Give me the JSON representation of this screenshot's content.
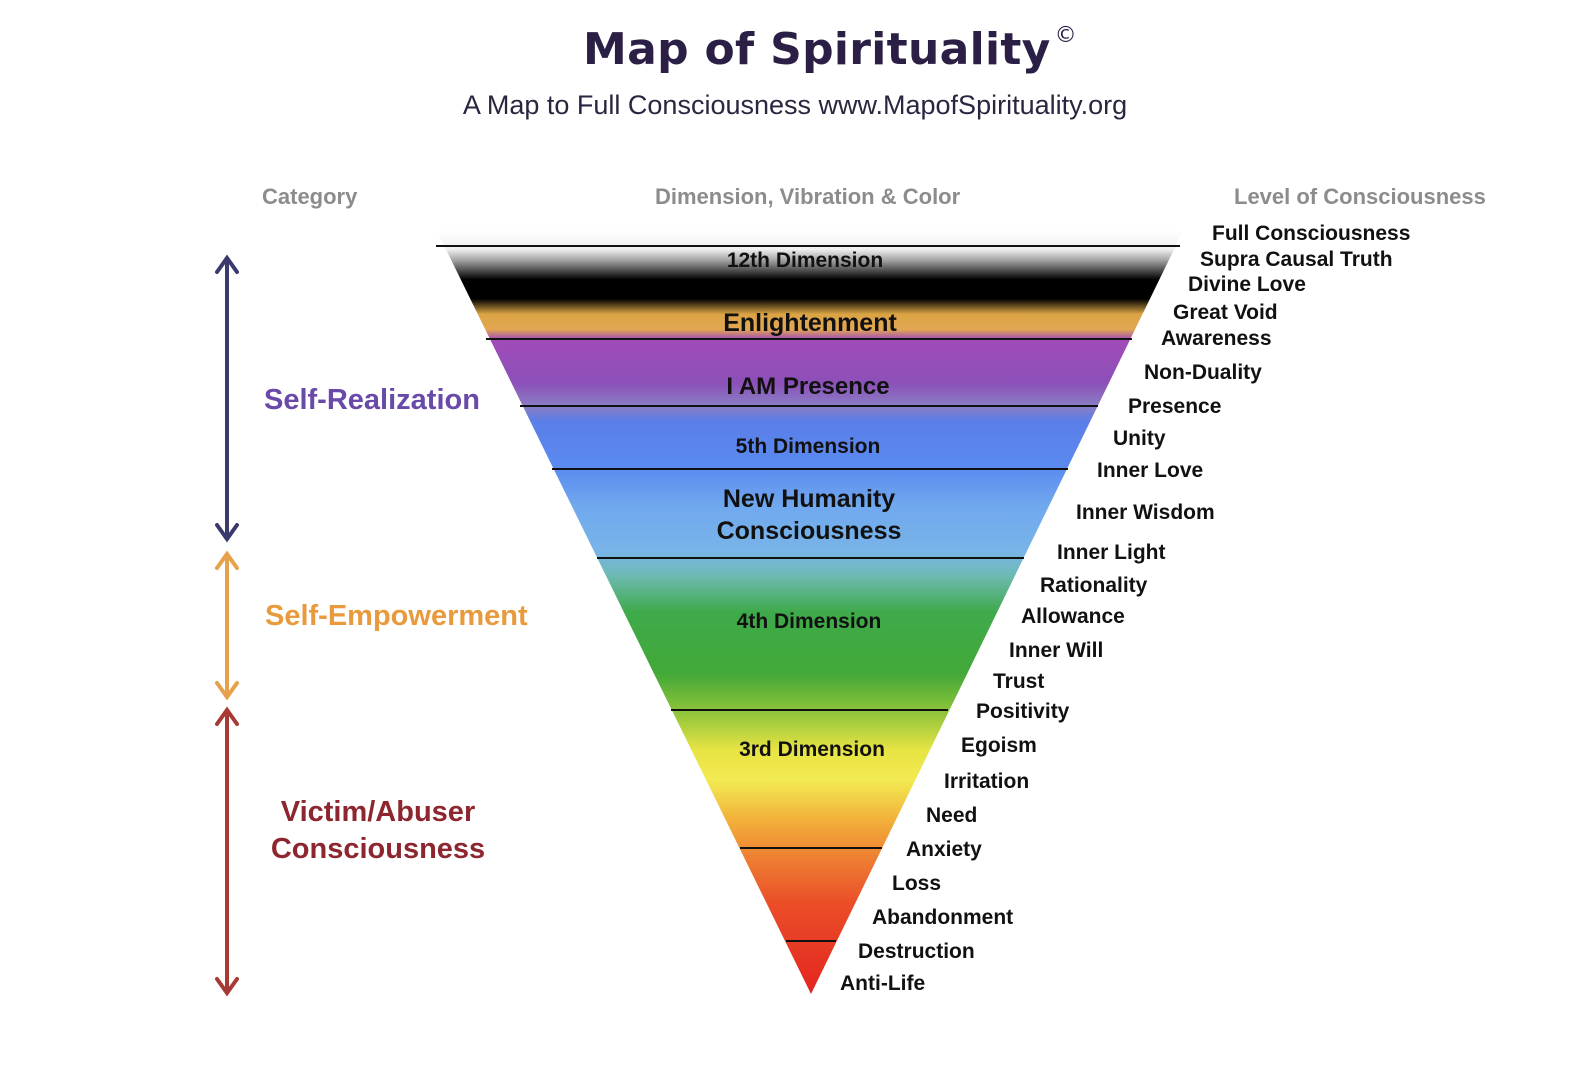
{
  "header": {
    "title": "Map of Spirituality",
    "copyright": "©",
    "subtitle": "A Map to Full Consciousness www.MapofSpirituality.org"
  },
  "columns": {
    "category": "Category",
    "dimension": "Dimension, Vibration & Color",
    "level": "Level of Consciousness"
  },
  "categories": [
    {
      "label": "Self-Realization",
      "color": "#6a4aa8"
    },
    {
      "label": "Self-Empowerment",
      "color": "#e89a3c"
    },
    {
      "label": "Victim/Abuser Consciousness",
      "line1": "Victim/Abuser",
      "line2": "Consciousness",
      "color": "#8e2630"
    }
  ],
  "bands": [
    {
      "label": "12th Dimension"
    },
    {
      "label": "Enlightenment"
    },
    {
      "label": "I AM Presence"
    },
    {
      "label": "5th Dimension"
    },
    {
      "label": "New Humanity Consciousness",
      "line1": "New Humanity",
      "line2": "Consciousness"
    },
    {
      "label": "4th Dimension"
    },
    {
      "label": "3rd Dimension"
    }
  ],
  "levels": [
    "Full Consciousness",
    "Supra Causal Truth",
    "Divine Love",
    "Great Void",
    "Awareness",
    "Non-Duality",
    "Presence",
    "Unity",
    "Inner Love",
    "Inner Wisdom",
    "Inner Light",
    "Rationality",
    "Allowance",
    "Inner Will",
    "Trust",
    "Positivity",
    "Egoism",
    "Irritation",
    "Need",
    "Anxiety",
    "Loss",
    "Abandonment",
    "Destruction",
    "Anti-Life"
  ]
}
